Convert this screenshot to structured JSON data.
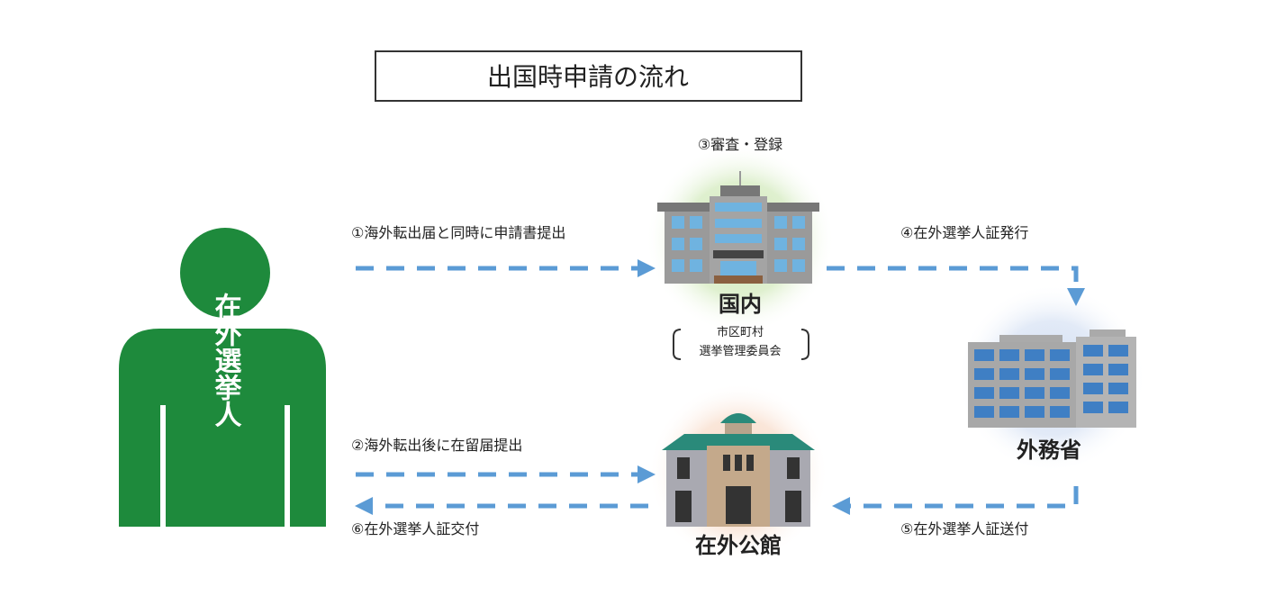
{
  "title": "出国時申請の流れ",
  "person": {
    "label": "在外選挙人",
    "color": "#1e8a3c"
  },
  "steps": {
    "s1": "①海外転出届と同時に申請書提出",
    "s2": "②海外転出後に在留届提出",
    "s3": "③審査・登録",
    "s4": "④在外選挙人証発行",
    "s5": "⑤在外選挙人証送付",
    "s6": "⑥在外選挙人証交付"
  },
  "nodes": {
    "domestic": {
      "label": "国内",
      "sub1": "市区町村",
      "sub2": "選挙管理委員会"
    },
    "mofa": {
      "label": "外務省"
    },
    "embassy": {
      "label": "在外公館"
    }
  },
  "colors": {
    "arrow": "#5b9bd5",
    "window": "#6fb3e0",
    "roof": "#2a8a7a"
  }
}
